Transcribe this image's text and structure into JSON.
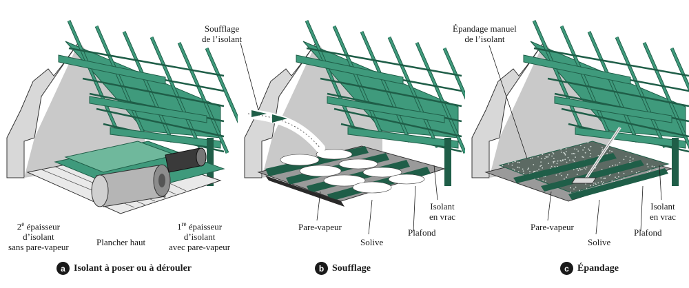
{
  "colors": {
    "green": "#3f9a7c",
    "green_dark": "#1f5e48",
    "wall": "#c9c9c9",
    "insulation": "#ffffff"
  },
  "panel_a": {
    "caption": {
      "letter": "a",
      "text": "Isolant à poser ou à dérouler"
    },
    "label_second_layer": {
      "line1_num": "2",
      "line1_sup": "e",
      "line1_rest": " épaisseur",
      "line2": "d’isolant",
      "line3": "sans pare-vapeur"
    },
    "label_floor": "Plancher haut",
    "label_first_layer": {
      "line1_num": "1",
      "line1_sup": "re",
      "line1_rest": " épaisseur",
      "line2": "d’isolant",
      "line3": "avec pare-vapeur"
    }
  },
  "panel_b": {
    "caption": {
      "letter": "b",
      "text": "Soufflage"
    },
    "label_blowing": {
      "line1": "Soufflage",
      "line2": "de l’isolant"
    },
    "label_vapor": "Pare-vapeur",
    "label_joist": "Solive",
    "label_ceiling": "Plafond",
    "label_loose": {
      "line1": "Isolant",
      "line2": "en vrac"
    }
  },
  "panel_c": {
    "caption": {
      "letter": "c",
      "text": "Épandage"
    },
    "label_manual": {
      "line1": "Épandage manuel",
      "line2": "de l’isolant"
    },
    "label_vapor": "Pare-vapeur",
    "label_joist": "Solive",
    "label_ceiling": "Plafond",
    "label_loose": {
      "line1": "Isolant",
      "line2": "en vrac"
    }
  }
}
